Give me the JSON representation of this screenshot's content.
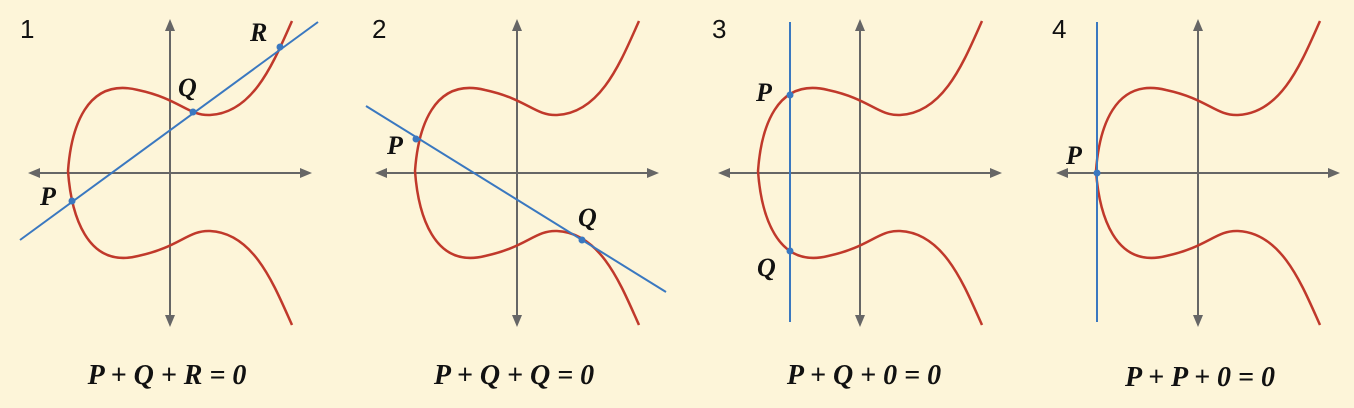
{
  "colors": {
    "background": "#fdf5d9",
    "curve": "#c0392b",
    "line": "#3a78c0",
    "axis": "#666666",
    "text": "#111111"
  },
  "panels": [
    {
      "number": "1",
      "points": [
        "P",
        "Q",
        "R"
      ],
      "equation": "P + Q + R = 0"
    },
    {
      "number": "2",
      "points": [
        "P",
        "Q"
      ],
      "equation": "P + Q + Q = 0"
    },
    {
      "number": "3",
      "points": [
        "P",
        "Q"
      ],
      "equation": "P + Q + 0 = 0"
    },
    {
      "number": "4",
      "points": [
        "P"
      ],
      "equation": "P + P + 0 = 0"
    }
  ]
}
